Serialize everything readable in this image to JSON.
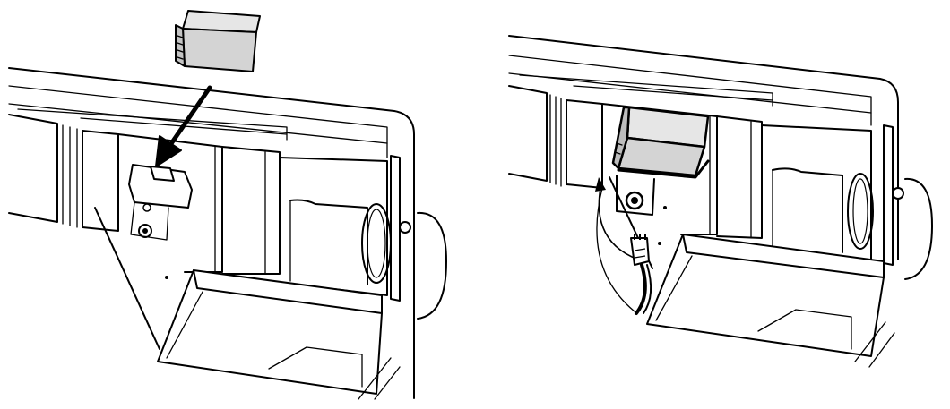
{
  "figure": {
    "panels": [
      {
        "id": "left",
        "step": "insert-module-into-bracket"
      },
      {
        "id": "right",
        "step": "module-installed-connect-cable"
      }
    ],
    "colors": {
      "line": "#000000",
      "module_fill": "#d4d4d4",
      "module_top": "#e6e6e6",
      "background": "#ffffff"
    },
    "icons": [
      "insertion-arrow-icon",
      "pointer-arrow-icon",
      "connector-plug-icon"
    ]
  }
}
